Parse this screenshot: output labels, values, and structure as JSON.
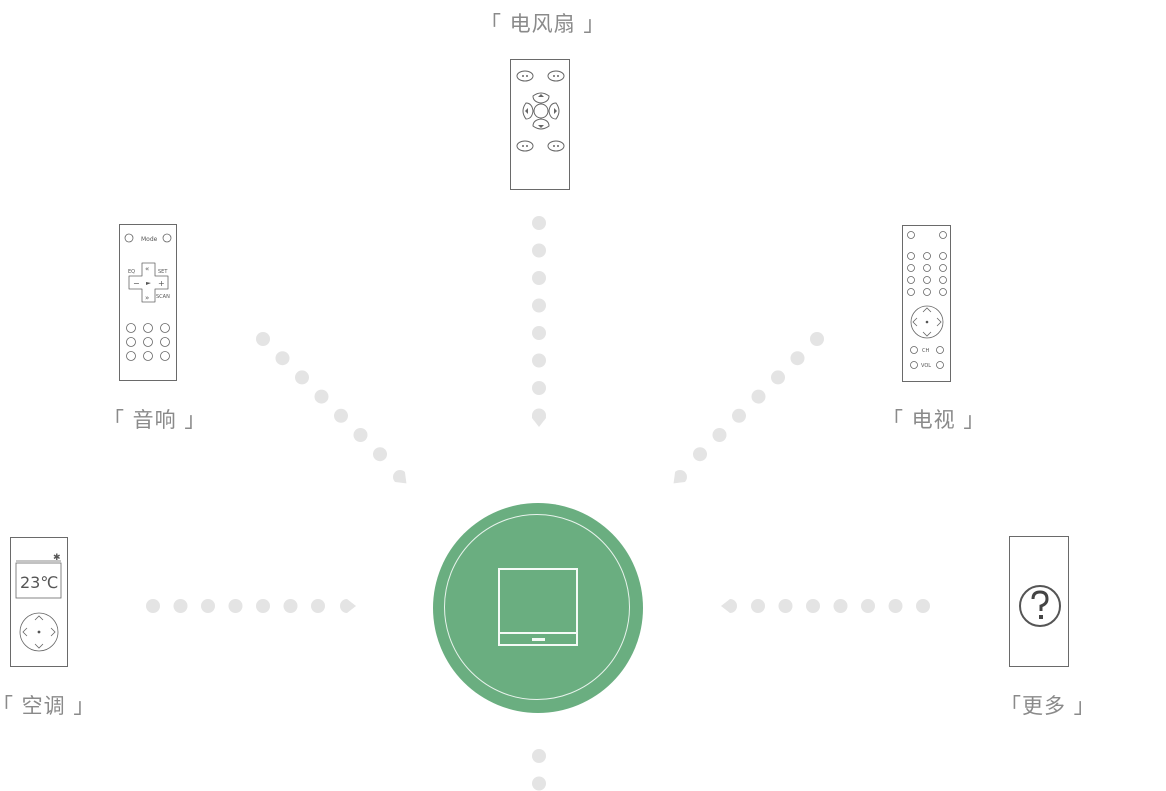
{
  "hub": {
    "name": "smart-hub",
    "color": "#6aae80"
  },
  "devices": {
    "fan": {
      "label": "「 电风扇 」"
    },
    "audio": {
      "label": "「 音响 」",
      "mode_text": "Mode",
      "eq_text": "EQ",
      "set_text": "SET",
      "scan_text": "SCAN"
    },
    "tv": {
      "label": "「 电视 」",
      "ch_text": "CH",
      "vol_text": "VOL"
    },
    "ac": {
      "label": "「 空调 」",
      "temperature": "23℃"
    },
    "more": {
      "label": "「更多 」"
    }
  },
  "colors": {
    "dot": "#e4e4e4",
    "label": "#8a8a8a",
    "outline": "#6a6a6a"
  }
}
